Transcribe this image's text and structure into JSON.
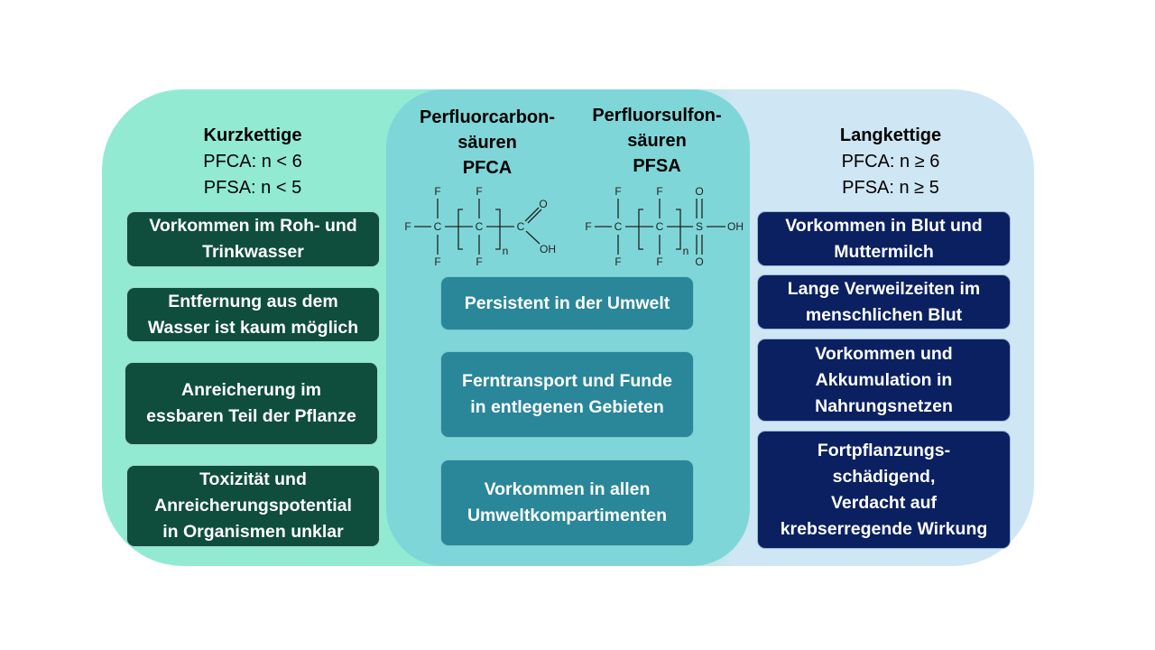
{
  "left": {
    "title": "Kurzkettige",
    "line1": "PFCA: n < 6",
    "line2": "PFSA: n < 5",
    "boxes": [
      "Vorkommen im Roh- und\nTrinkwasser",
      "Entfernung aus dem\nWasser ist kaum möglich",
      "Anreicherung im\nessbaren Teil der Pflanze",
      "Toxizität  und\nAnreicherungspotential\nin Organismen unklar"
    ]
  },
  "center": {
    "pfca_title": "Perfluorcarbon-\nsäuren\nPFCA",
    "pfsa_title": "Perfluorsulfon-\nsäuren\nPFSA",
    "boxes": [
      "Persistent in der Umwelt",
      "Ferntransport und Funde\nin entlegenen Gebieten",
      "Vorkommen in allen\nUmweltkompartimenten"
    ]
  },
  "right": {
    "title": "Langkettige",
    "line1": "PFCA: n ≥ 6",
    "line2": "PFSA: n ≥ 5",
    "boxes": [
      "Vorkommen in Blut und\nMuttermilch",
      "Lange Verweilzeiten im\nmenschlichen Blut",
      "Vorkommen und\nAkkumulation in\nNahrungsnetzen",
      "Fortpflanzungs-\nschädigend,\nVerdacht auf\nkrebserregende Wirkung"
    ]
  },
  "chem": {
    "F": "F",
    "C": "C",
    "S": "S",
    "O": "O",
    "OH": "OH",
    "n": "n"
  },
  "colors": {
    "short_chain_bg": "#92ead3",
    "long_chain_bg": "#cfe6f4",
    "center_bg": "#7fd6d8",
    "short_box": "#0f4d3c",
    "center_box": "#2a8699",
    "long_box": "#0a2060"
  }
}
